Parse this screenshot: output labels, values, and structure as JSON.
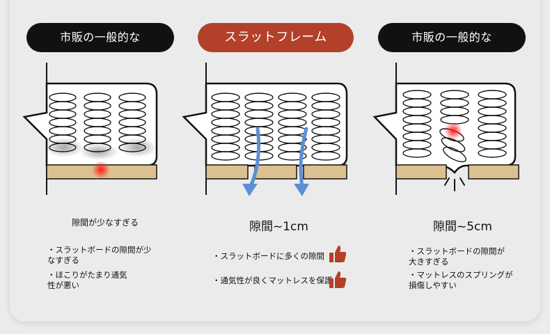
{
  "columns": [
    {
      "header": "市販の一般的な",
      "heading": "隙間が少なすぎる",
      "bullets": [
        "・スラットボードの隙間が少\nなすぎる",
        "・ほこりがたまり通気\n性が悪い"
      ]
    },
    {
      "header": "スラットフレーム",
      "heading": "隙間~1cm",
      "bullets": [
        "・スラットボードに多くの隙間",
        "・通気性が良くマットレスを保護"
      ]
    },
    {
      "header": "市販の一般的な",
      "heading": "隙間~5cm",
      "bullets": [
        "・スラットボードの隙間が\n大きすぎる",
        "・マットレスのスプリングが\n損傷しやすい"
      ]
    }
  ],
  "colors": {
    "header_dark": "#111111",
    "header_accent": "#b3402a",
    "slat": "#ddc08f",
    "airflow": "#5b8fd6",
    "pressure_dot": "#ff2a2a"
  },
  "icons": [
    "thumbs-up-icon",
    "thumbs-up-icon"
  ]
}
